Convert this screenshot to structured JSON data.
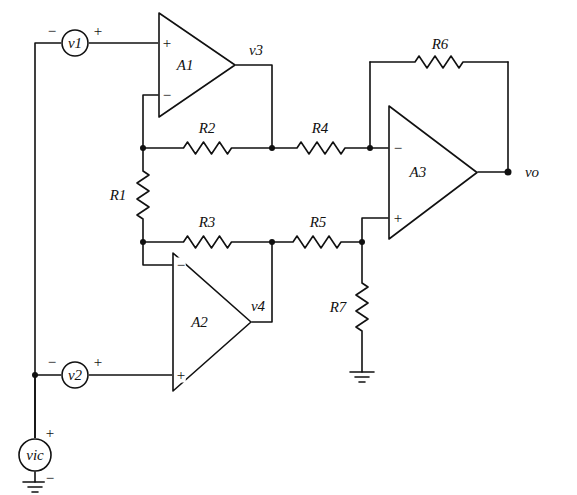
{
  "diagram": {
    "nodes": [
      {
        "text": [
          "v1"
        ]
      },
      {
        "text": [
          "A1"
        ]
      },
      {
        "text": [
          "A3"
        ]
      },
      {
        "text": [
          "A2"
        ]
      },
      {
        "text": [
          "v2"
        ]
      },
      {
        "text": [
          "vic"
        ]
      }
    ],
    "edges": [
      {
        "from": 0,
        "to": 1,
        "arrow": "none"
      },
      {
        "from": 4,
        "to": 3,
        "arrow": "none"
      },
      {
        "from": 5,
        "to": 0,
        "arrow": "none"
      },
      {
        "from": 5,
        "to": 4,
        "arrow": "none"
      }
    ],
    "labels": [
      "−",
      "+",
      "+",
      "−",
      "v3",
      "R2",
      "R4",
      "R6",
      "−",
      "+",
      "vo",
      "R1",
      "R3",
      "R5",
      "R7",
      "−",
      "+",
      "v4",
      "−",
      "+",
      "+",
      "−"
    ]
  }
}
